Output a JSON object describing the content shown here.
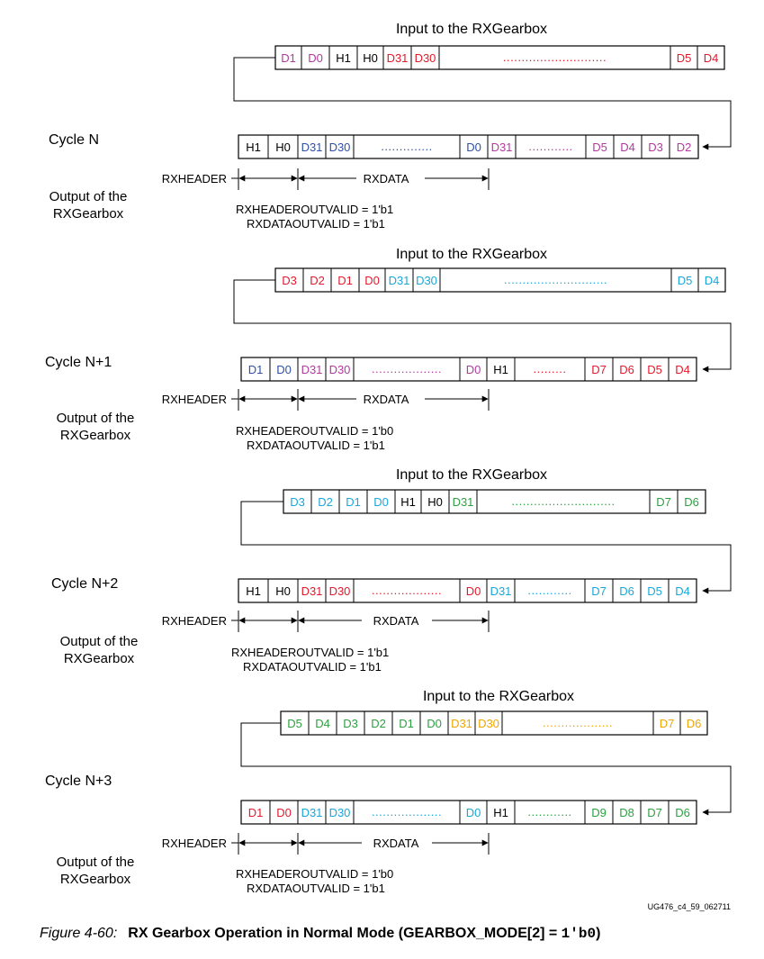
{
  "colors": {
    "H": "#000000",
    "red": "#e21a2c",
    "purple": "#b23aa0",
    "blue": "#3050a8",
    "cyan": "#1aa7d9",
    "green": "#2ea042",
    "orange": "#f0a500"
  },
  "labels": {
    "input": "Input to the RXGearbox",
    "output_line1": "Output of the",
    "output_line2": "RXGearbox",
    "rxheader": "RXHEADER",
    "rxdata": "RXDATA"
  },
  "cycles": [
    {
      "label": "Cycle N",
      "input_cells": [
        {
          "text": "D1",
          "color": "purple"
        },
        {
          "text": "D0",
          "color": "purple"
        },
        {
          "text": "H1",
          "color": "H"
        },
        {
          "text": "H0",
          "color": "H"
        },
        {
          "text": "D31",
          "color": "red"
        },
        {
          "text": "D30",
          "color": "red"
        },
        {
          "text": "............................",
          "color": "red",
          "dots": true
        },
        {
          "text": "D5",
          "color": "red"
        },
        {
          "text": "D4",
          "color": "red"
        }
      ],
      "output_cells": [
        {
          "text": "H1",
          "color": "H"
        },
        {
          "text": "H0",
          "color": "H"
        },
        {
          "text": "D31",
          "color": "blue"
        },
        {
          "text": "D30",
          "color": "blue"
        },
        {
          "text": "..............",
          "color": "blue",
          "dots": true
        },
        {
          "text": "D0",
          "color": "blue"
        },
        {
          "text": "D31",
          "color": "purple"
        },
        {
          "text": "............",
          "color": "purple",
          "dots": true
        },
        {
          "text": "D5",
          "color": "purple"
        },
        {
          "text": "D4",
          "color": "purple"
        },
        {
          "text": "D3",
          "color": "purple"
        },
        {
          "text": "D2",
          "color": "purple"
        }
      ],
      "header_valid": "RXHEADEROUTVALID = 1'b1",
      "data_valid": "RXDATAOUTVALID = 1'b1"
    },
    {
      "label": "Cycle N+1",
      "input_cells": [
        {
          "text": "D3",
          "color": "red"
        },
        {
          "text": "D2",
          "color": "red"
        },
        {
          "text": "D1",
          "color": "red"
        },
        {
          "text": "D0",
          "color": "red"
        },
        {
          "text": "D31",
          "color": "cyan"
        },
        {
          "text": "D30",
          "color": "cyan"
        },
        {
          "text": "............................",
          "color": "cyan",
          "dots": true
        },
        {
          "text": "D5",
          "color": "cyan"
        },
        {
          "text": "D4",
          "color": "cyan"
        }
      ],
      "output_cells": [
        {
          "text": "D1",
          "color": "blue"
        },
        {
          "text": "D0",
          "color": "blue"
        },
        {
          "text": "D31",
          "color": "purple"
        },
        {
          "text": "D30",
          "color": "purple"
        },
        {
          "text": "...................",
          "color": "purple",
          "dots": true
        },
        {
          "text": "D0",
          "color": "purple"
        },
        {
          "text": "H1",
          "color": "H"
        },
        {
          "text": ".........",
          "color": "red",
          "dots": true
        },
        {
          "text": "D7",
          "color": "red"
        },
        {
          "text": "D6",
          "color": "red"
        },
        {
          "text": "D5",
          "color": "red"
        },
        {
          "text": "D4",
          "color": "red"
        }
      ],
      "header_valid": "RXHEADEROUTVALID = 1'b0",
      "data_valid": "RXDATAOUTVALID = 1'b1"
    },
    {
      "label": "Cycle N+2",
      "input_cells": [
        {
          "text": "D3",
          "color": "cyan"
        },
        {
          "text": "D2",
          "color": "cyan"
        },
        {
          "text": "D1",
          "color": "cyan"
        },
        {
          "text": "D0",
          "color": "cyan"
        },
        {
          "text": "H1",
          "color": "H"
        },
        {
          "text": "H0",
          "color": "H"
        },
        {
          "text": "D31",
          "color": "green"
        },
        {
          "text": "............................",
          "color": "green",
          "dots": true
        },
        {
          "text": "D7",
          "color": "green"
        },
        {
          "text": "D6",
          "color": "green"
        }
      ],
      "output_cells": [
        {
          "text": "H1",
          "color": "H"
        },
        {
          "text": "H0",
          "color": "H"
        },
        {
          "text": "D31",
          "color": "red"
        },
        {
          "text": "D30",
          "color": "red"
        },
        {
          "text": "...................",
          "color": "red",
          "dots": true
        },
        {
          "text": "D0",
          "color": "red"
        },
        {
          "text": "D31",
          "color": "cyan"
        },
        {
          "text": "............",
          "color": "cyan",
          "dots": true
        },
        {
          "text": "D7",
          "color": "cyan"
        },
        {
          "text": "D6",
          "color": "cyan"
        },
        {
          "text": "D5",
          "color": "cyan"
        },
        {
          "text": "D4",
          "color": "cyan"
        }
      ],
      "header_valid": "RXHEADEROUTVALID = 1'b1",
      "data_valid": "RXDATAOUTVALID = 1'b1"
    },
    {
      "label": "Cycle N+3",
      "input_cells": [
        {
          "text": "D5",
          "color": "green"
        },
        {
          "text": "D4",
          "color": "green"
        },
        {
          "text": "D3",
          "color": "green"
        },
        {
          "text": "D2",
          "color": "green"
        },
        {
          "text": "D1",
          "color": "green"
        },
        {
          "text": "D0",
          "color": "green"
        },
        {
          "text": "D31",
          "color": "orange"
        },
        {
          "text": "D30",
          "color": "orange"
        },
        {
          "text": "...................",
          "color": "orange",
          "dots": true
        },
        {
          "text": "D7",
          "color": "orange"
        },
        {
          "text": "D6",
          "color": "orange"
        }
      ],
      "output_cells": [
        {
          "text": "D1",
          "color": "red"
        },
        {
          "text": "D0",
          "color": "red"
        },
        {
          "text": "D31",
          "color": "cyan"
        },
        {
          "text": "D30",
          "color": "cyan"
        },
        {
          "text": "...................",
          "color": "cyan",
          "dots": true
        },
        {
          "text": "D0",
          "color": "cyan"
        },
        {
          "text": "H1",
          "color": "H"
        },
        {
          "text": "............",
          "color": "green",
          "dots": true
        },
        {
          "text": "D9",
          "color": "green"
        },
        {
          "text": "D8",
          "color": "green"
        },
        {
          "text": "D7",
          "color": "green"
        },
        {
          "text": "D6",
          "color": "green"
        }
      ],
      "header_valid": "RXHEADEROUTVALID = 1'b0",
      "data_valid": "RXDATAOUTVALID = 1'b1"
    }
  ],
  "figure_id": "UG476_c4_59_062711",
  "caption": {
    "number": "Figure 4-60:",
    "title": "RX Gearbox Operation in Normal Mode (GEARBOX_MODE[2] = ",
    "code": "1'b0",
    "close": ")"
  }
}
